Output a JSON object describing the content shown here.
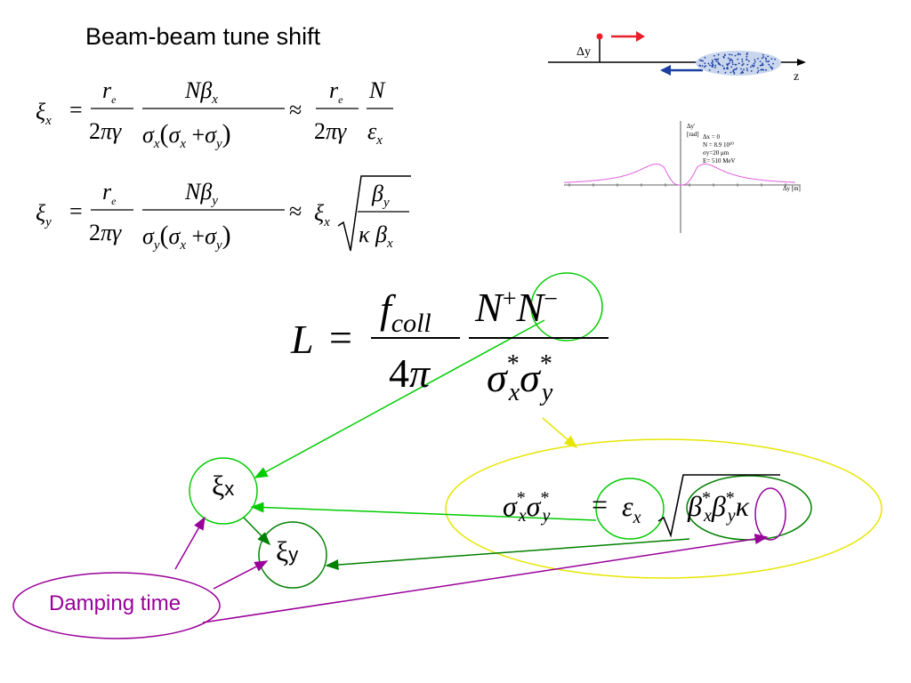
{
  "slide": {
    "title": "Beam-beam tune shift",
    "damping_label": "Damping time",
    "xi_x_label": "ξ",
    "xi_x_sub": "x",
    "xi_y_label": "ξ",
    "xi_y_sub": "y"
  },
  "diagram": {
    "dy_label": "Δy",
    "z_label": "z"
  },
  "plot": {
    "yaxis_label": "Δy'",
    "yaxis_unit": "[rad]",
    "xaxis_label": "Δy [m]",
    "params": [
      "Δx = 0",
      "N = 8.9 10¹⁰",
      "σy=20 μm",
      "E= 510 MeV"
    ]
  },
  "colors": {
    "green_light": "#00cc00",
    "green_dark": "#008000",
    "purple": "#990099",
    "yellow": "#e6e600",
    "red": "#e8202a",
    "blue": "#1a3fa0",
    "magenta_curve": "#e060e0"
  }
}
